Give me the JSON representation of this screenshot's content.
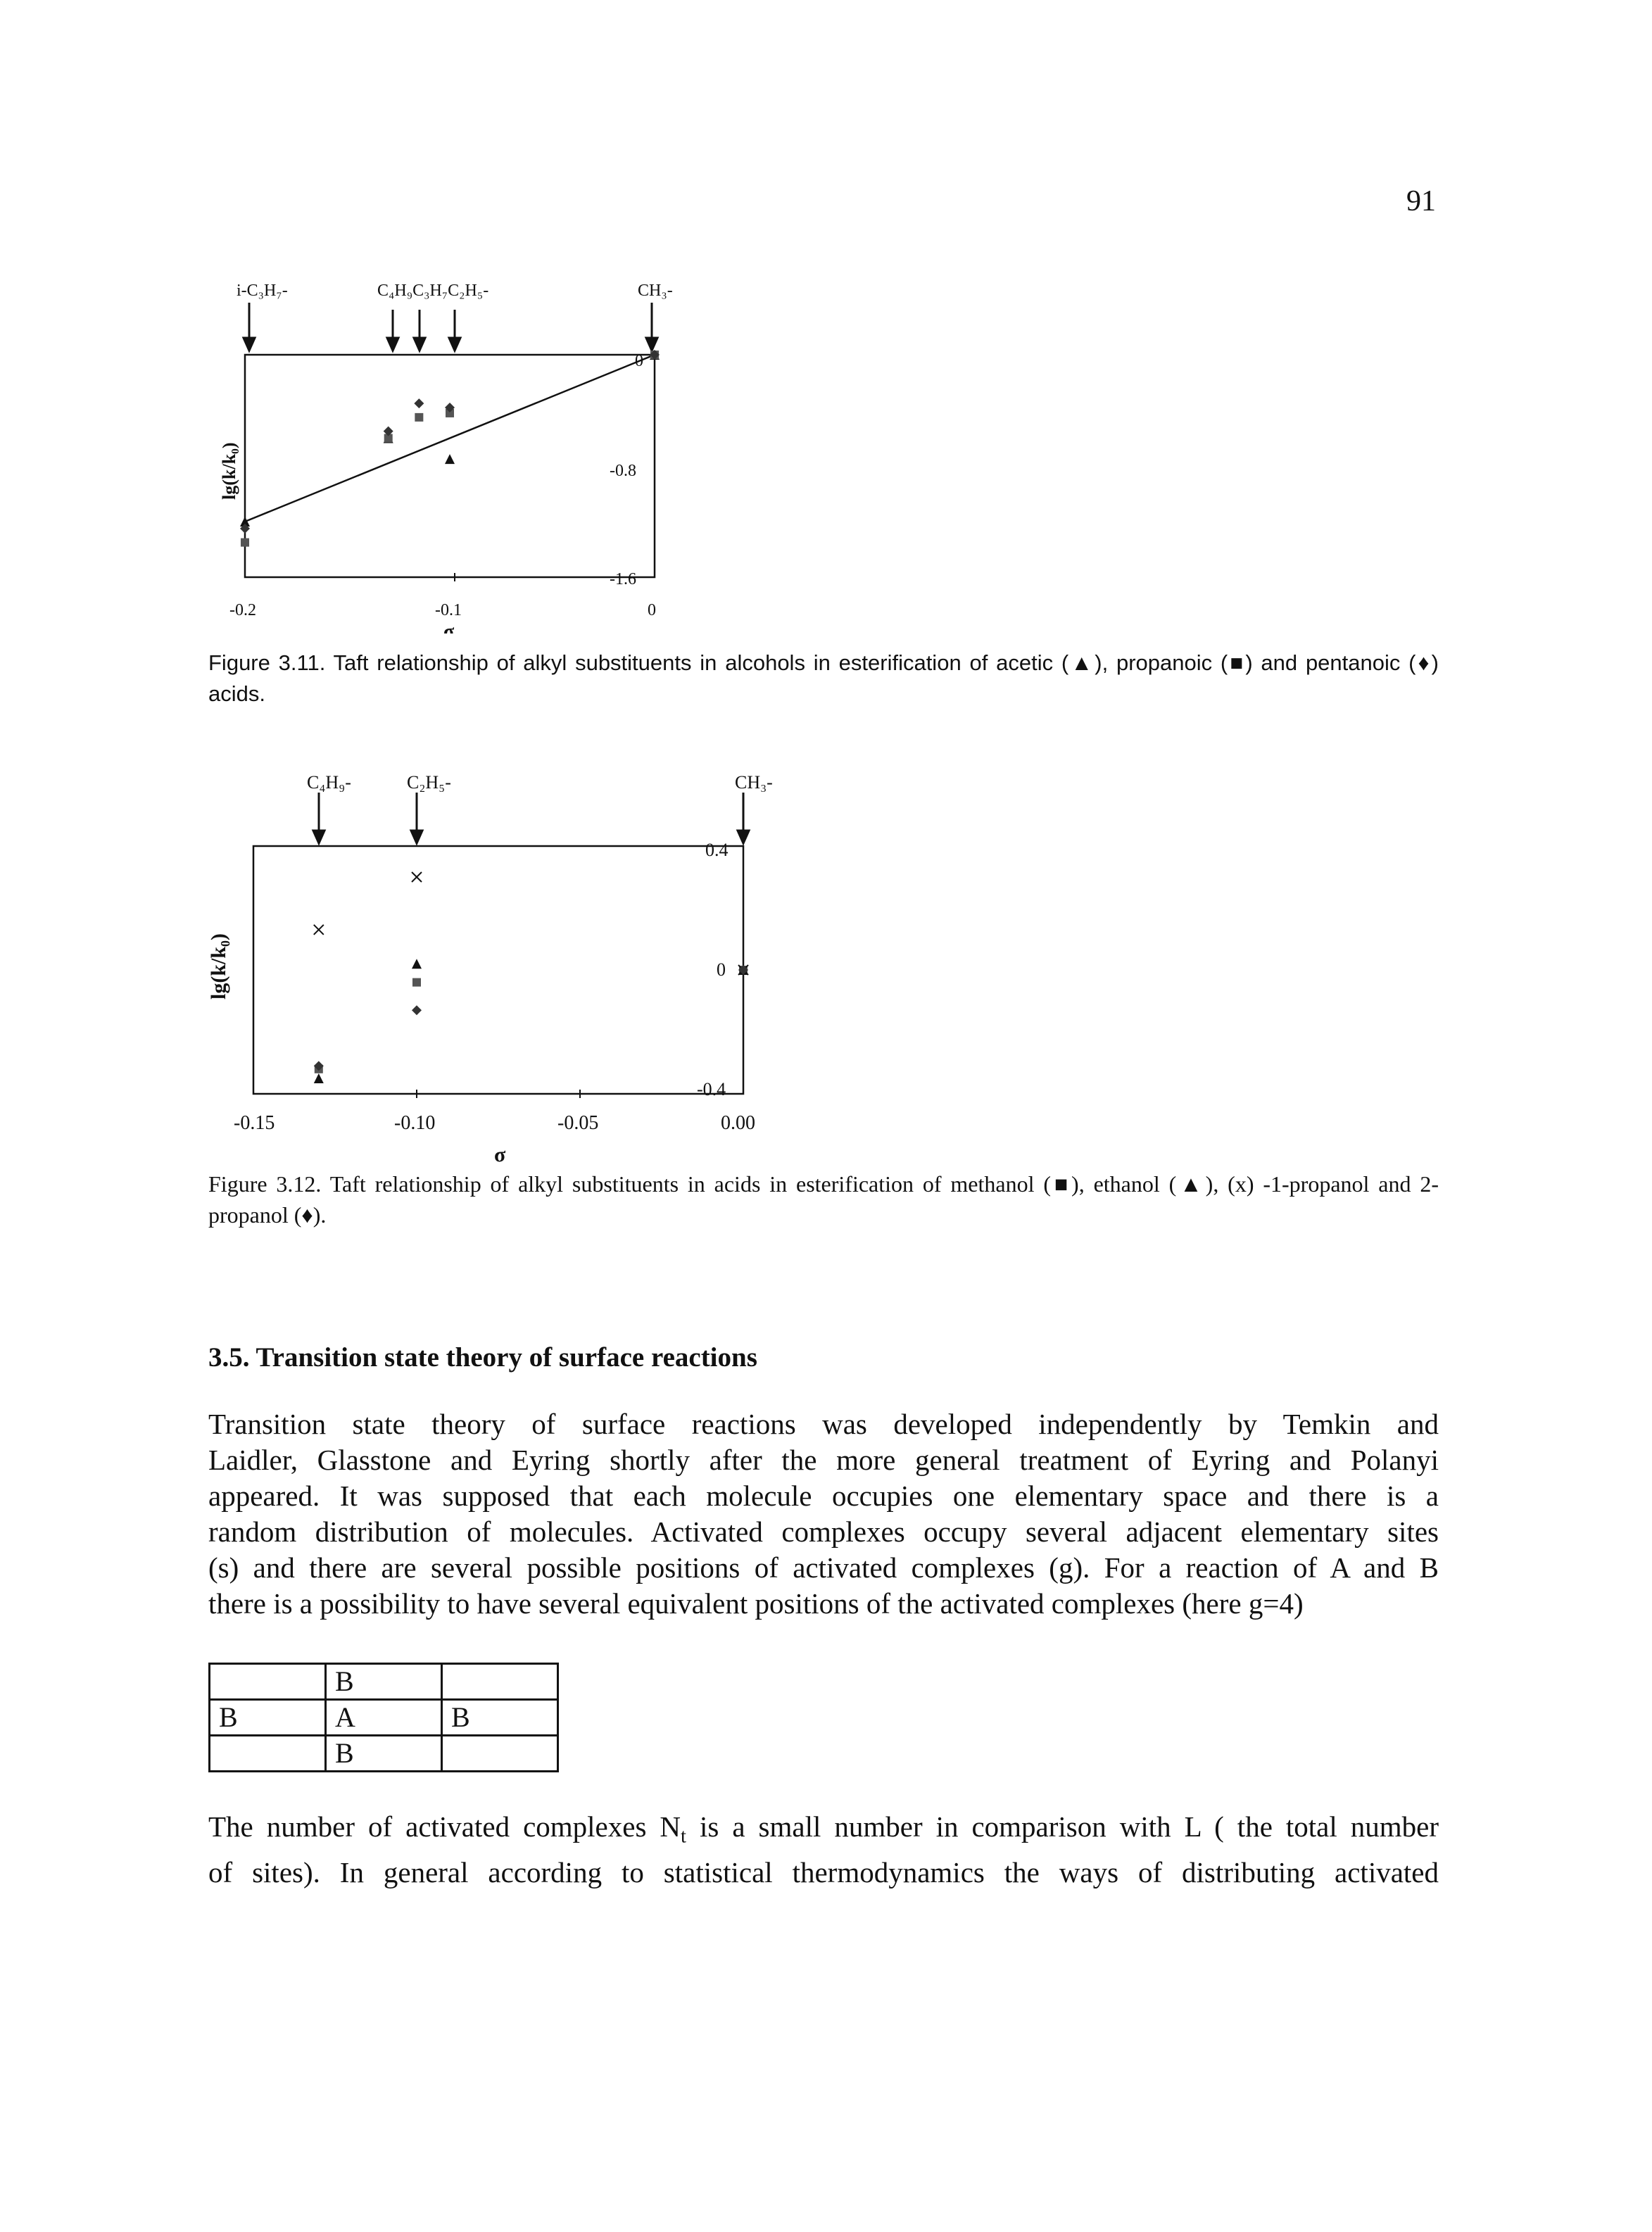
{
  "page_number": "91",
  "figure1": {
    "top_labels": [
      "i-C₃H₇-",
      "C₄H₉C₃H₇C₂H₅-",
      "CH₃-"
    ],
    "ylabel": "lg(k/k₀)",
    "xlabel": "σ",
    "xticks": [
      "-0.2",
      "-0.1",
      "0"
    ],
    "yticks": [
      "0",
      "-0.8",
      "-1.6"
    ],
    "caption": "Figure 3.11. Taft relationship of alkyl substituents in alcohols in esterification of acetic (▲), propanoic (■) and pentanoic (♦) acids."
  },
  "figure2": {
    "top_labels": [
      "C₄H₉-",
      "C₂H₅-",
      "CH₃-"
    ],
    "ylabel": "lg(k/k₀)",
    "xlabel": "σ",
    "xticks": [
      "-0.15",
      "-0.10",
      "-0.05",
      "0.00"
    ],
    "yticks": [
      "0.4",
      "0",
      "-0.4"
    ],
    "caption": "Figure 3.12. Taft relationship of alkyl substituents in acids in esterification of methanol (■), ethanol (▲), (x) -1-propanol and 2-propanol (♦)."
  },
  "chart_data": [
    {
      "type": "scatter",
      "title": "",
      "xlabel": "σ",
      "ylabel": "lg(k/k₀)",
      "xlim": [
        -0.2,
        0
      ],
      "ylim": [
        -1.6,
        0
      ],
      "series": [
        {
          "marker": "triangle",
          "x": [
            -0.2,
            -0.13,
            -0.1,
            0
          ],
          "y": [
            -1.2,
            -0.6,
            -0.75,
            0
          ]
        },
        {
          "marker": "square",
          "x": [
            -0.2,
            -0.13,
            -0.115,
            -0.1,
            0
          ],
          "y": [
            -1.35,
            -0.6,
            -0.45,
            -0.42,
            0
          ]
        },
        {
          "marker": "diamond",
          "x": [
            -0.2,
            -0.13,
            -0.115,
            -0.1,
            0
          ],
          "y": [
            -1.25,
            -0.55,
            -0.35,
            -0.38,
            0
          ]
        }
      ],
      "fit_line": {
        "x": [
          -0.2,
          0
        ],
        "y": [
          -1.2,
          0
        ]
      }
    },
    {
      "type": "scatter",
      "title": "",
      "xlabel": "σ",
      "ylabel": "lg(k/k₀)",
      "xlim": [
        -0.15,
        0
      ],
      "ylim": [
        -0.4,
        0.4
      ],
      "series": [
        {
          "marker": "square",
          "x": [
            -0.13,
            -0.1,
            0
          ],
          "y": [
            -0.32,
            -0.04,
            0
          ]
        },
        {
          "marker": "triangle",
          "x": [
            -0.13,
            -0.1,
            0
          ],
          "y": [
            -0.35,
            0.02,
            0
          ]
        },
        {
          "marker": "x",
          "x": [
            -0.13,
            -0.1,
            0
          ],
          "y": [
            0.13,
            0.3,
            0
          ]
        },
        {
          "marker": "diamond",
          "x": [
            -0.13,
            -0.1,
            0
          ],
          "y": [
            -0.31,
            -0.13,
            0
          ]
        }
      ]
    }
  ],
  "section": {
    "heading": "3.5. Transition state theory of surface reactions",
    "para1_lines": [
      "Transition state theory of surface reactions was developed independently by Temkin and",
      "Laidler, Glasstone and Eyring shortly after the more general treatment of Eyring and Polanyi",
      "appeared. It was supposed that each  molecule occupies one elementary space and there is a",
      "random distribution of molecules. Activated complexes occupy several adjacent elementary sites",
      "(s) and  there are several possible positions of activated complexes (g). For a reaction of A and B",
      "there is a possibility to have several equivalent positions of the activated complexes (here g=4)"
    ],
    "grid": [
      [
        "",
        "B",
        ""
      ],
      [
        "B",
        "A",
        "B"
      ],
      [
        "",
        "B",
        ""
      ]
    ],
    "para2_line1_a": "The number of activated complexes N",
    "para2_line1_sub": "t",
    "para2_line1_b": " is a small number in comparison with L ( the total number",
    "para2_line2": "of sites). In general according to statistical thermodynamics the ways of distributing activated"
  }
}
